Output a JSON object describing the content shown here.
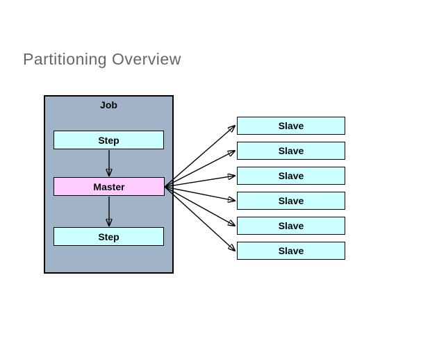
{
  "slide": {
    "title": "Partitioning Overview"
  },
  "diagram": {
    "job": {
      "label": "Job"
    },
    "steps": {
      "top": "Step",
      "bottom": "Step"
    },
    "master": {
      "label": "Master"
    },
    "slaves": [
      {
        "label": "Slave"
      },
      {
        "label": "Slave"
      },
      {
        "label": "Slave"
      },
      {
        "label": "Slave"
      },
      {
        "label": "Slave"
      },
      {
        "label": "Slave"
      }
    ],
    "colors": {
      "job_fill": "#a1b3c7",
      "step_fill": "#ccffff",
      "master_fill": "#ffccff",
      "box_border": "#000000",
      "arrow": "#000000",
      "title_text": "#666666",
      "background": "#ffffff"
    }
  }
}
